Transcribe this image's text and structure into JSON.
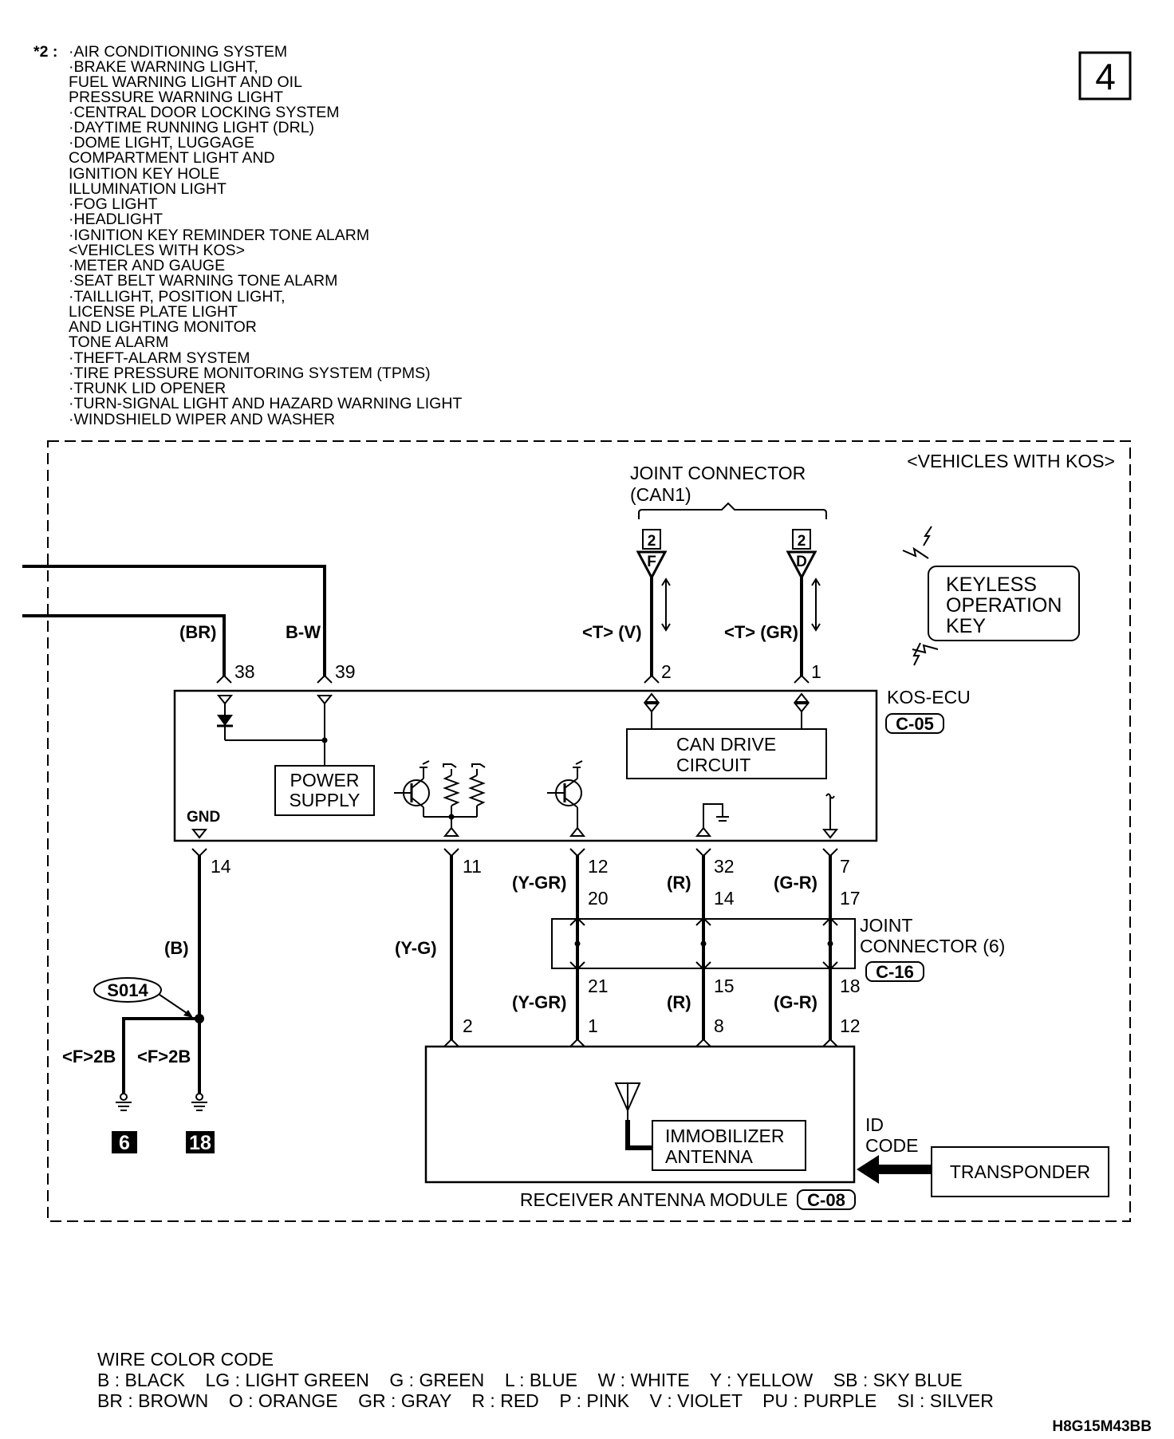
{
  "page_number": "4",
  "notes": {
    "marker": "*2 :",
    "lines": [
      "·AIR CONDITIONING SYSTEM",
      "·BRAKE WARNING LIGHT,",
      " FUEL WARNING LIGHT AND OIL",
      " PRESSURE WARNING LIGHT",
      "·CENTRAL DOOR LOCKING SYSTEM",
      "·DAYTIME RUNNING LIGHT (DRL)",
      "·DOME LIGHT, LUGGAGE",
      " COMPARTMENT LIGHT AND",
      " IGNITION KEY HOLE",
      " ILLUMINATION LIGHT",
      "·FOG LIGHT",
      "·HEADLIGHT",
      "·IGNITION KEY REMINDER TONE ALARM",
      " <VEHICLES WITH KOS>",
      "·METER AND GAUGE",
      "·SEAT BELT WARNING TONE ALARM",
      "·TAILLIGHT, POSITION LIGHT,",
      " LICENSE PLATE LIGHT",
      " AND LIGHTING MONITOR",
      " TONE ALARM",
      "·THEFT-ALARM SYSTEM",
      "·TIRE PRESSURE MONITORING SYSTEM (TPMS)",
      "·TRUNK LID OPENER",
      "·TURN-SIGNAL LIGHT AND HAZARD WARNING LIGHT",
      "·WINDSHIELD WIPER AND WASHER"
    ]
  },
  "diagram": {
    "variant_label": "<VEHICLES WITH KOS>",
    "joint_connector_can1": {
      "label_line1": "JOINT CONNECTOR",
      "label_line2": "(CAN1)",
      "left_badge": "2",
      "left_pin": "F",
      "right_badge": "2",
      "right_pin": "D"
    },
    "keyless_key": {
      "line1": "KEYLESS",
      "line2": "OPERATION",
      "line3": "KEY"
    },
    "kos_ecu": {
      "label": "KOS-ECU",
      "connector": "C-05",
      "power_supply_line1": "POWER",
      "power_supply_line2": "SUPPLY",
      "can_drive_line1": "CAN DRIVE",
      "can_drive_line2": "CIRCUIT",
      "gnd": "GND"
    },
    "top_wires": {
      "br_color": "(BR)",
      "bw_color": "B-W",
      "pin_38": "38",
      "pin_39": "39",
      "v_color": "<T> (V)",
      "gr_color": "<T> (GR)",
      "pin_can_v": "2",
      "pin_can_gr": "1"
    },
    "bottom_pins": {
      "gnd_pin": "14",
      "yg_pin": "11",
      "ygr_pin_a": "12",
      "ygr_pin_b": "20",
      "r_pin_a": "32",
      "r_pin_b": "14",
      "gr_pin_a": "7",
      "gr_pin_b": "17"
    },
    "wire_colors": {
      "b": "(B)",
      "yg": "(Y-G)",
      "ygr": "(Y-GR)",
      "r": "(R)",
      "gr": "(G-R)"
    },
    "joint_connector_6": {
      "label_line1": "JOINT",
      "label_line2": "CONNECTOR (6)",
      "connector": "C-16",
      "pin_ygr_in": "21",
      "pin_r_in": "15",
      "pin_gr_in": "18"
    },
    "receiver_pins": {
      "yg": "2",
      "ygr": "1",
      "r": "8",
      "gr": "12"
    },
    "ground": {
      "splice": "S014",
      "left_label": "<F>2B",
      "right_label": "<F>2B",
      "left_point": "6",
      "right_point": "18"
    },
    "receiver_module": {
      "label": "RECEIVER ANTENNA MODULE",
      "connector": "C-08",
      "antenna_line1": "IMMOBILIZER",
      "antenna_line2": "ANTENNA"
    },
    "id_code": {
      "line1": "ID",
      "line2": "CODE"
    },
    "transponder": "TRANSPONDER"
  },
  "wire_color_code": {
    "title": "WIRE COLOR CODE",
    "row1": "B : BLACK    LG : LIGHT GREEN    G : GREEN    L : BLUE    W : WHITE    Y : YELLOW    SB : SKY BLUE",
    "row2": "BR : BROWN    O : ORANGE    GR : GRAY    R : RED    P : PINK    V : VIOLET    PU : PURPLE    SI : SILVER"
  },
  "figure_code": "H8G15M43BB"
}
